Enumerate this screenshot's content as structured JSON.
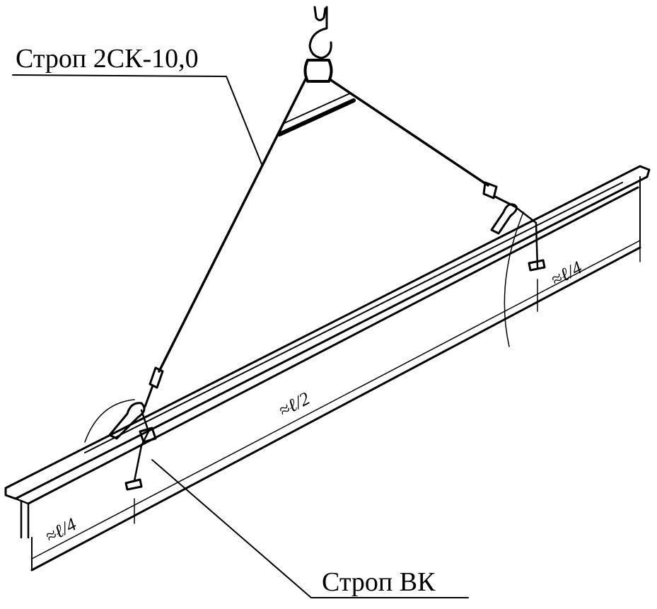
{
  "labels": {
    "sling_main": "Строп 2СК-10,0",
    "sling_vk": "Строп ВК"
  },
  "dimensions": {
    "left_quarter": "≈ℓ/4",
    "middle_half": "≈ℓ/2",
    "right_quarter": "≈ℓ/4"
  }
}
